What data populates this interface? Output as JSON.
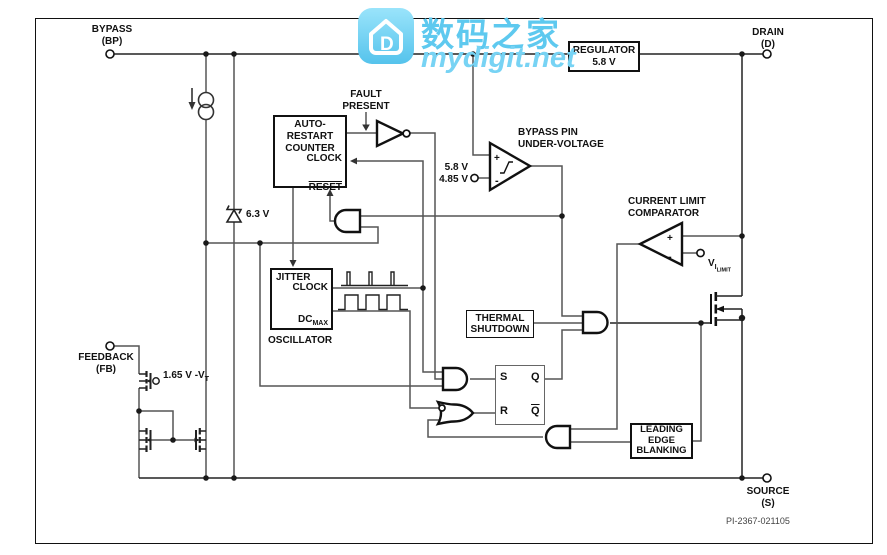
{
  "watermark": {
    "site_name": "数码之家",
    "site_url": "mydigit.net",
    "logo_letter": "D"
  },
  "terminals": {
    "bypass": "BYPASS\n(BP)",
    "drain": "DRAIN\n(D)",
    "source": "SOURCE\n(S)",
    "feedback": "FEEDBACK\n(FB)"
  },
  "blocks": {
    "regulator": "REGULATOR\n5.8 V",
    "auto_restart_counter": "AUTO-\nRESTART\nCOUNTER",
    "clock_pin": "CLOCK",
    "reset_pin": "RESET",
    "thermal_shutdown": "THERMAL\nSHUTDOWN",
    "leading_edge_blanking": "LEADING\nEDGE\nBLANKING",
    "oscillator": "OSCILLATOR",
    "jitter": "JITTER",
    "osc_clock": "CLOCK",
    "dc": "DC",
    "dc_sub": "MAX"
  },
  "labels": {
    "fault_present": "FAULT\nPRESENT",
    "bypass_pin_uv": "BYPASS PIN\nUNDER-VOLTAGE",
    "uv_thresholds": "5.8 V\n4.85 V",
    "zener": "6.3 V",
    "current_limit_comparator": "CURRENT LIMIT\nCOMPARATOR",
    "vilimit_v": "V",
    "vilimit_i": "I",
    "vilimit_sub": "LIMIT",
    "fb_gate": "1.65 V -V",
    "fb_gate_sub": "T",
    "part_number": "PI-2367-021105"
  },
  "latch": {
    "s": "S",
    "q": "Q",
    "r": "R",
    "qbar": "Q"
  },
  "signs": {
    "plus": "+",
    "minus": "-"
  },
  "colors": {
    "watermark": "#5ec9ef",
    "wire": "#555555",
    "outline": "#111111"
  }
}
